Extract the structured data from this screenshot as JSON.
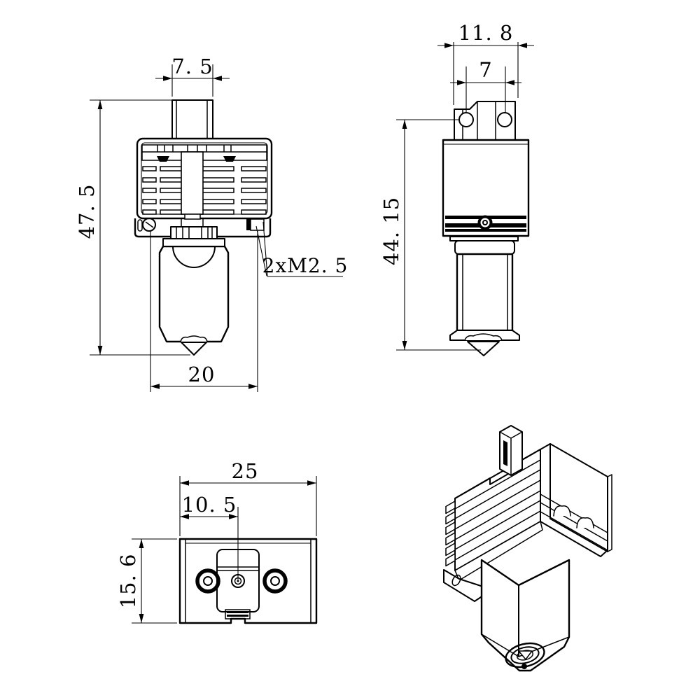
{
  "drawing": {
    "title": "hotend-technical-drawing",
    "background_color": "#ffffff",
    "line_color": "#000000",
    "views": {
      "front": {
        "dims": {
          "tube_width": "7. 5",
          "overall_height": "47. 5",
          "block_width": "20"
        },
        "note": "2xM2. 5"
      },
      "side": {
        "dims": {
          "overall_width": "11. 8",
          "hole_spacing": "7",
          "overall_height": "44. 15"
        }
      },
      "bottom": {
        "dims": {
          "overall_width": "25",
          "center_offset": "10. 5",
          "overall_depth": "15. 6"
        }
      },
      "isometric": {}
    }
  }
}
